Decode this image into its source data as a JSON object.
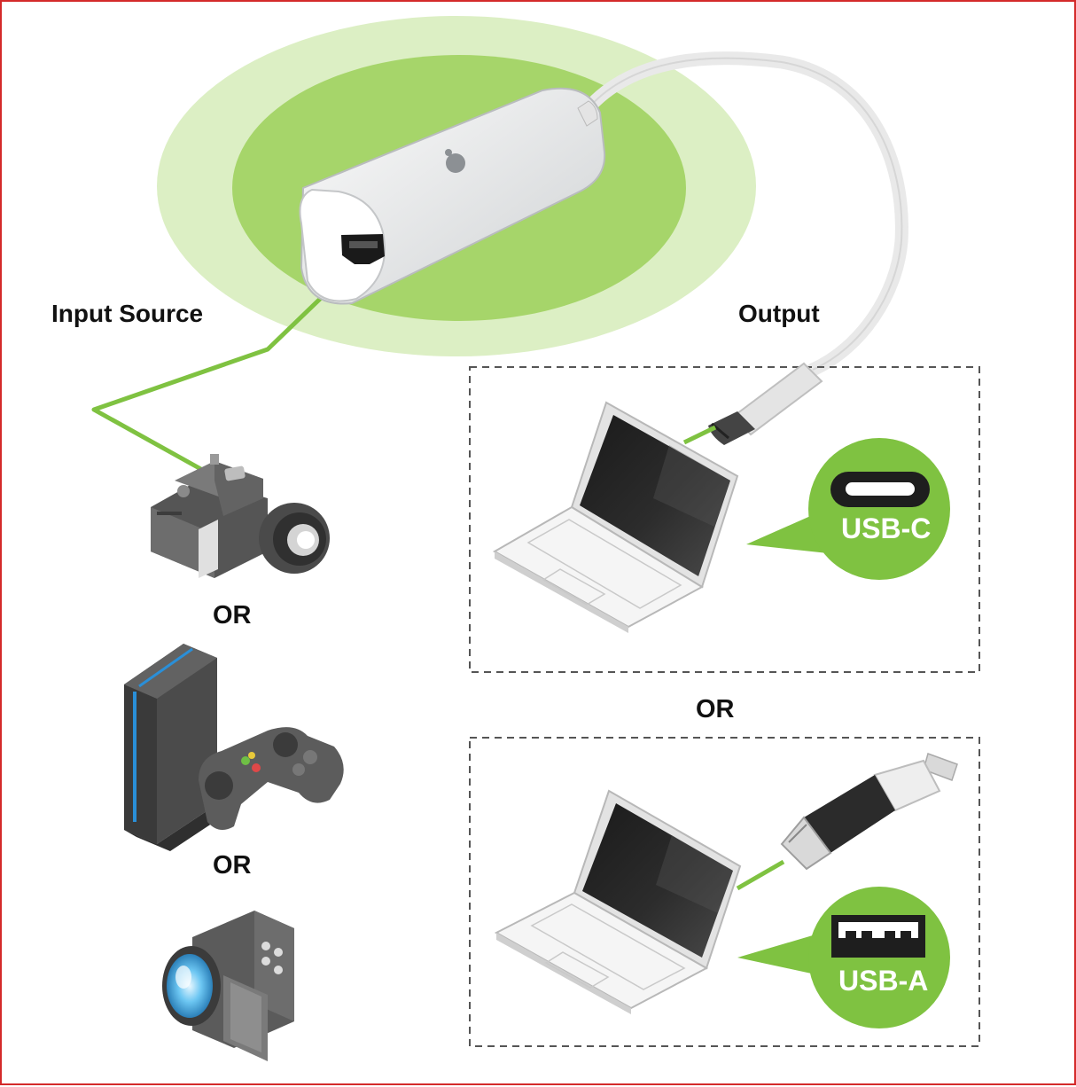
{
  "labels": {
    "input_source": "Input Source",
    "output": "Output",
    "or_left_1": "OR",
    "or_left_2": "OR",
    "or_right": "OR"
  },
  "ports": {
    "usb_c_label": "USB-C",
    "usb_a_label": "USB-A"
  },
  "input_devices": [
    "camera-icon",
    "game-console-icon",
    "camcorder-icon"
  ],
  "output_options": [
    "laptop-usb-c",
    "laptop-usb-a"
  ],
  "colors": {
    "halo_outer": "#dcefc4",
    "halo_inner": "#a6d56a",
    "accent_green": "#7fc241",
    "frame_border": "#d42a2a",
    "dashed_box": "#555555",
    "device_grey": "#5a5a5a"
  }
}
